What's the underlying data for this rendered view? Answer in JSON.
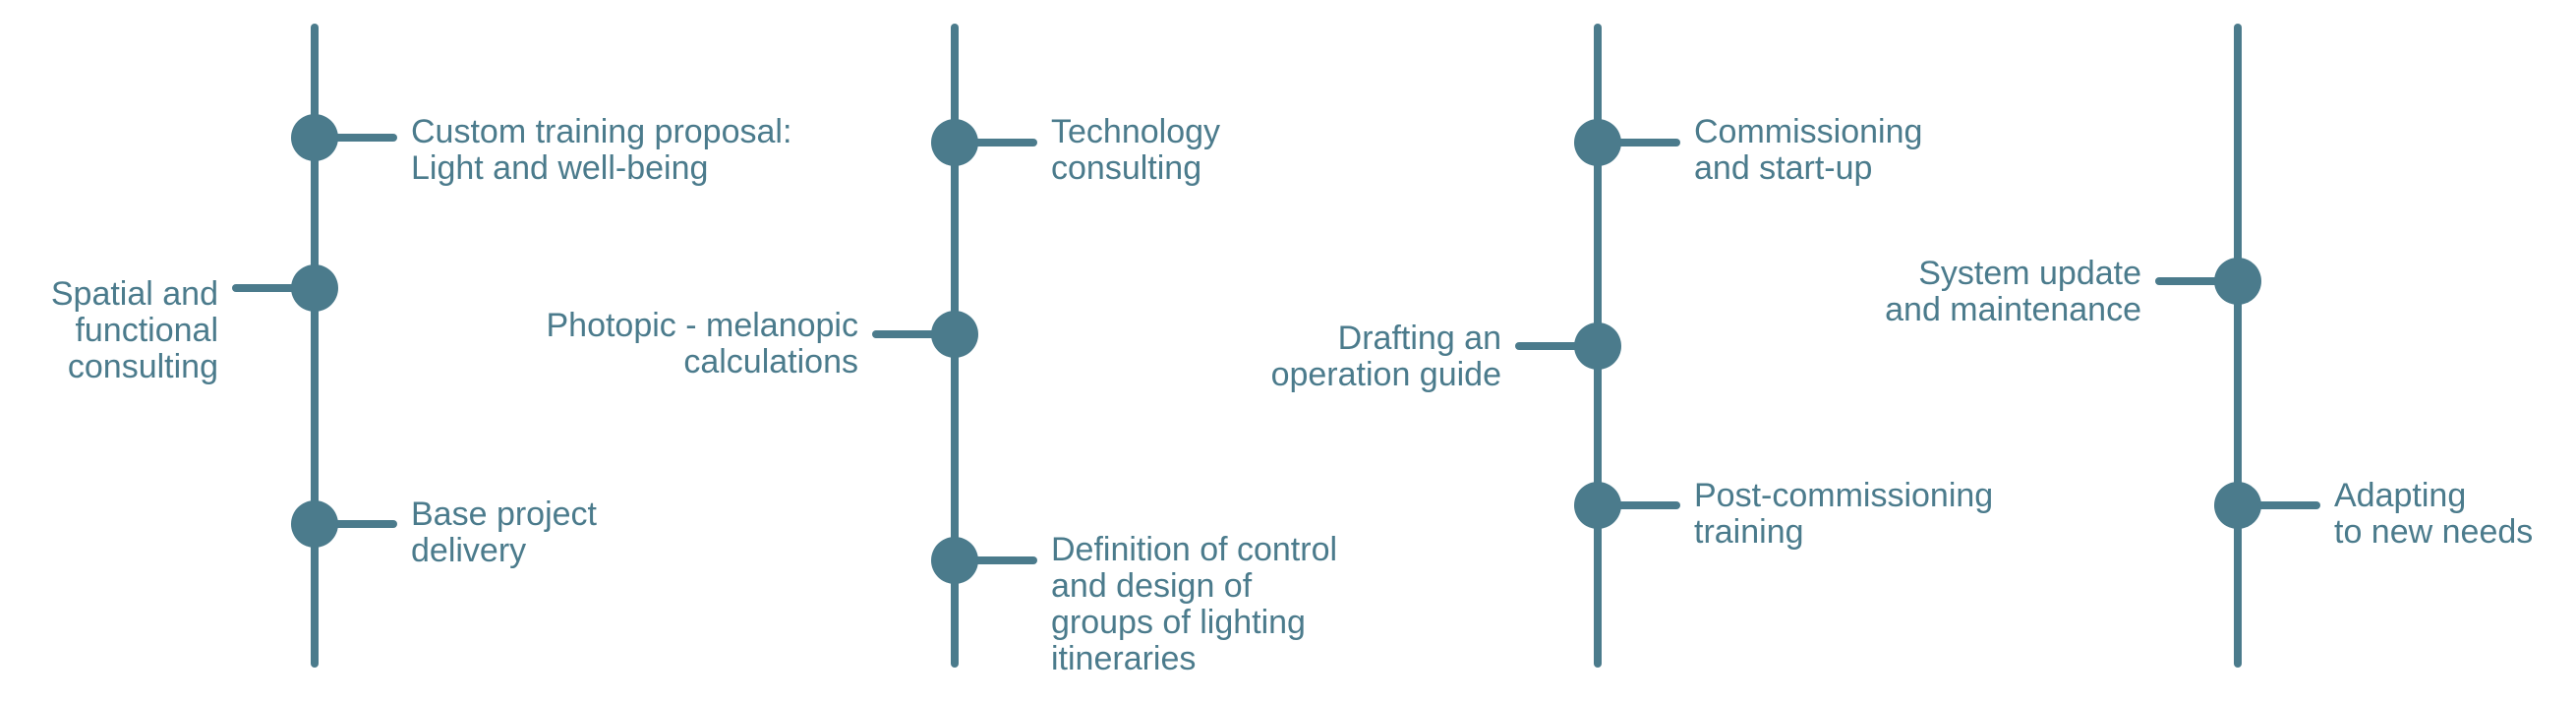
{
  "colors": {
    "accent": "#4b7b8c",
    "background": "#ffffff"
  },
  "timelines": [
    {
      "nodes": [
        {
          "label": "Custom training proposal:\nLight and well-being",
          "side": "right"
        },
        {
          "label": "Spatial and\nfunctional\nconsulting",
          "side": "left"
        },
        {
          "label": "Base project\ndelivery",
          "side": "right"
        }
      ]
    },
    {
      "nodes": [
        {
          "label": "Technology\nconsulting",
          "side": "right"
        },
        {
          "label": "Photopic - melanopic\ncalculations",
          "side": "left"
        },
        {
          "label": "Definition of control\nand design of\ngroups of lighting\nitineraries",
          "side": "right"
        }
      ]
    },
    {
      "nodes": [
        {
          "label": "Commissioning\nand start-up",
          "side": "right"
        },
        {
          "label": "Drafting an\noperation guide",
          "side": "left"
        },
        {
          "label": "Post-commissioning\ntraining",
          "side": "right"
        }
      ]
    },
    {
      "nodes": [
        {
          "label": "System update\nand maintenance",
          "side": "left"
        },
        {
          "label": "Adapting\nto new needs",
          "side": "right"
        }
      ]
    }
  ]
}
